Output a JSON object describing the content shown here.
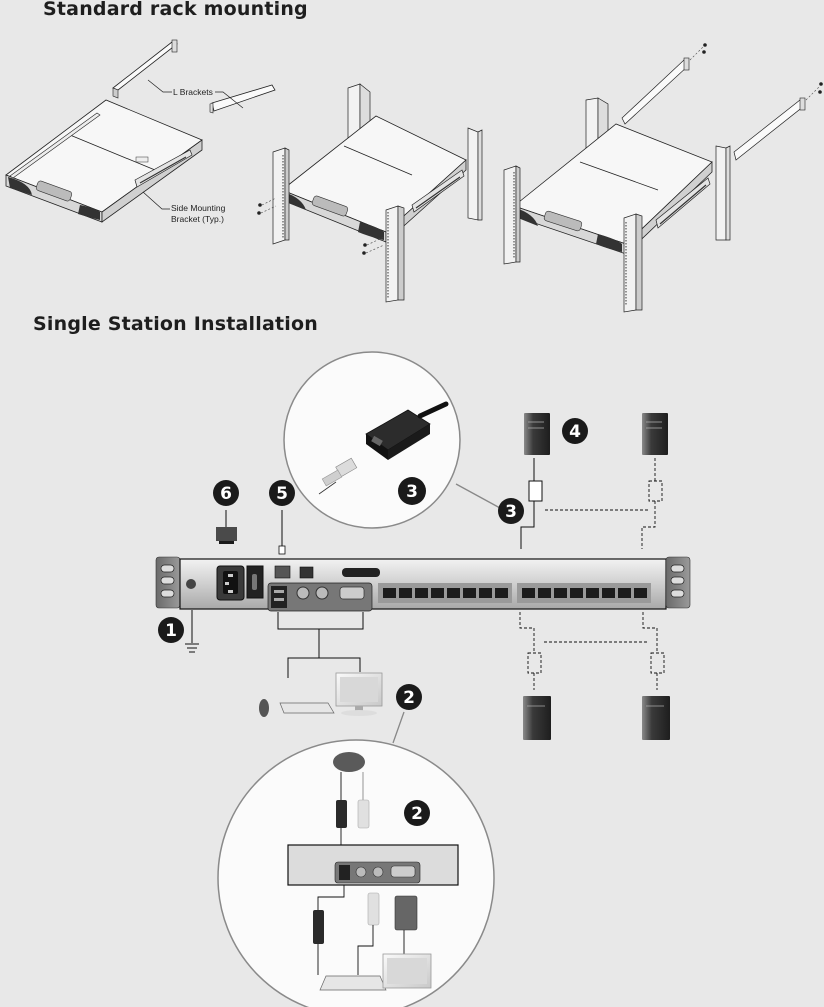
{
  "sections": {
    "rack": {
      "title": "Standard rack mounting"
    },
    "single": {
      "title": "Single Station Installation"
    }
  },
  "rack_labels": {
    "l_brackets": "L Brackets",
    "side_mounting_1": "Side Mounting",
    "side_mounting_2": "Bracket (Typ.)"
  },
  "callouts": {
    "c1": "1",
    "c2": "2",
    "c2_inset": "2",
    "c3": "3",
    "c3_inset": "3",
    "c4": "4",
    "c5": "5",
    "c6": "6"
  },
  "switch": {
    "kvm_port_count": 16,
    "kvm_port_banks": 2,
    "ports_per_bank": 8
  },
  "colors": {
    "background": "#e8e8e8",
    "callout_fill": "#1a1a1a",
    "line": "#111111",
    "inset_circle": "#888888"
  }
}
